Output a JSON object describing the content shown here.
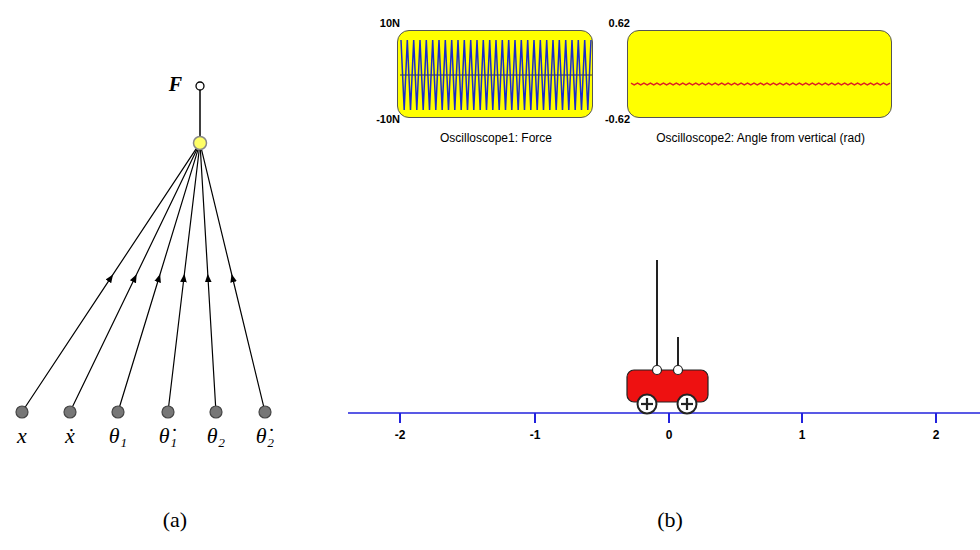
{
  "diagram": {
    "nodes": [
      {
        "text": [
          "F"
        ]
      },
      {
        "text": [
          "x"
        ]
      },
      {
        "text": [
          "ẋ"
        ]
      },
      {
        "text": [
          "θ₁"
        ]
      },
      {
        "text": [
          "θ̇₁"
        ]
      },
      {
        "text": [
          "θ₂"
        ]
      },
      {
        "text": [
          "θ̇₂"
        ]
      },
      {
        "text": [
          "10N",
          "-10N",
          "Oscilloscope1: Force"
        ]
      },
      {
        "text": [
          "0.62",
          "-0.62",
          "Oscilloscope2: Angle from vertical (rad)"
        ]
      }
    ],
    "edges": [
      {
        "from": 1,
        "to": 0,
        "arrow": "to"
      },
      {
        "from": 2,
        "to": 0,
        "arrow": "to"
      },
      {
        "from": 3,
        "to": 0,
        "arrow": "to"
      },
      {
        "from": 4,
        "to": 0,
        "arrow": "to"
      },
      {
        "from": 5,
        "to": 0,
        "arrow": "to"
      },
      {
        "from": 6,
        "to": 0,
        "arrow": "to"
      }
    ],
    "labels": [
      "(a)",
      "(b)",
      "-2",
      "-1",
      "0",
      "1",
      "2"
    ]
  }
}
